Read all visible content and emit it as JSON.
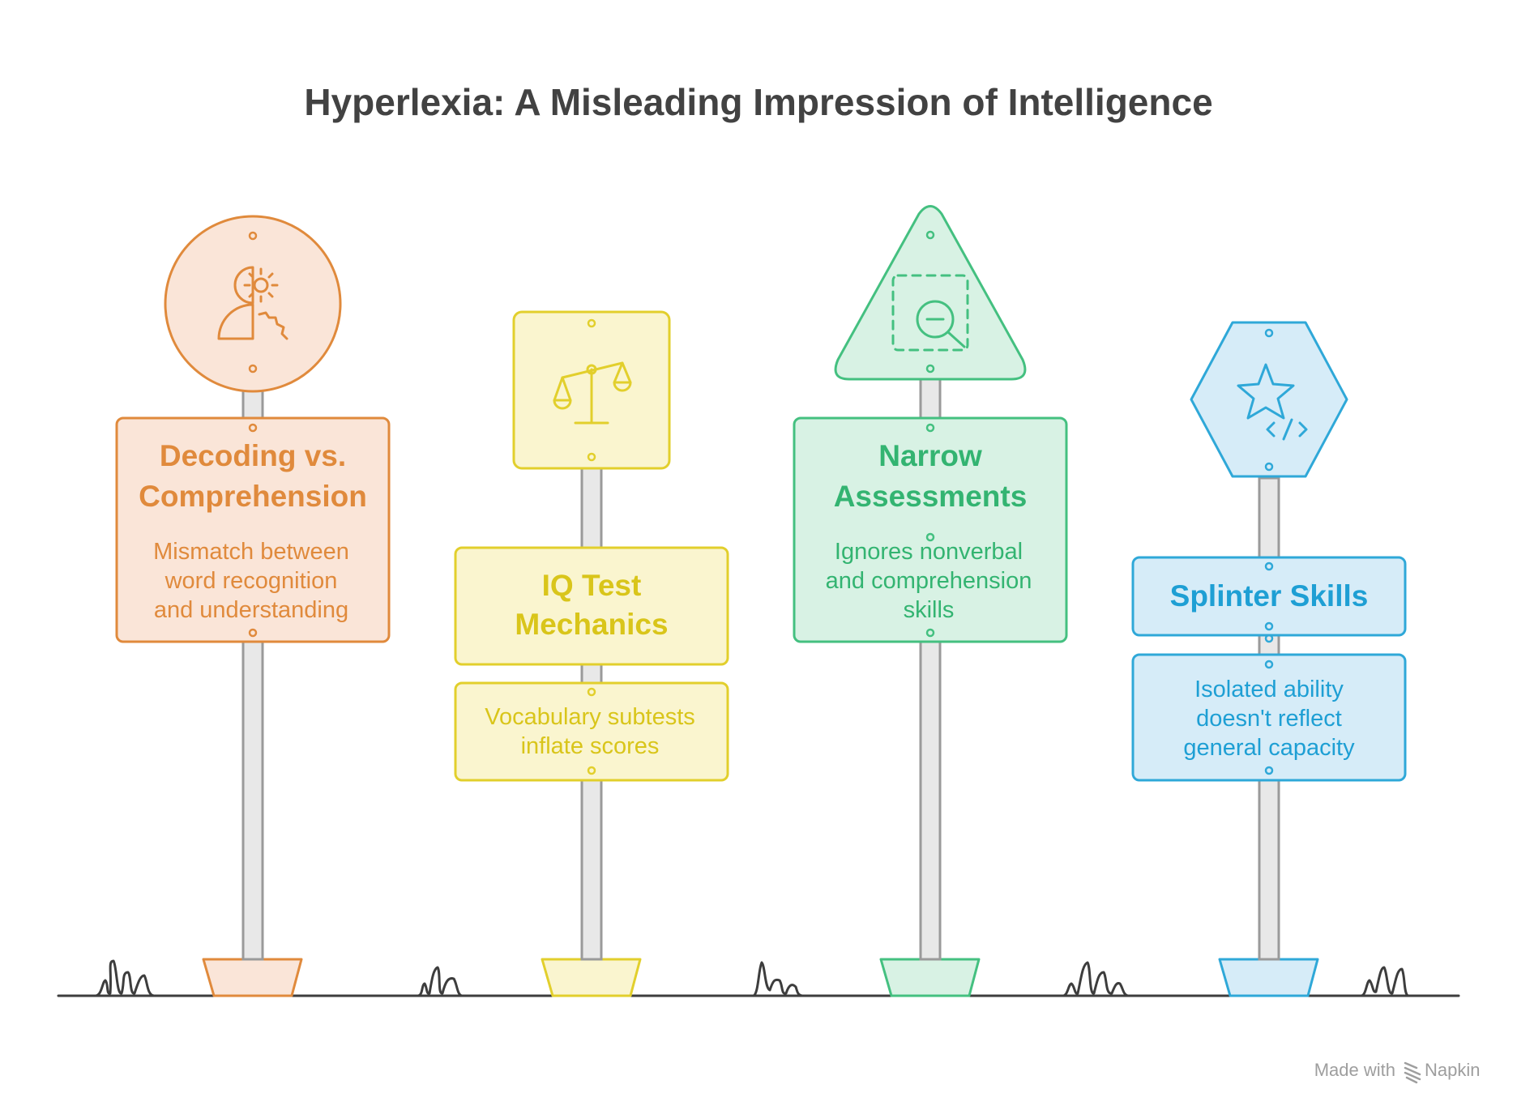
{
  "title": "Hyperlexia: A Misleading Impression of Intelligence",
  "colors": {
    "orange": {
      "stroke": "#e08a3c",
      "fill": "#fae5d8",
      "text": "#e08a3c"
    },
    "yellow": {
      "stroke": "#e2cf2c",
      "fill": "#faf5cf",
      "text": "#d9c51a"
    },
    "green": {
      "stroke": "#44c080",
      "fill": "#d8f2e4",
      "text": "#33b471"
    },
    "blue": {
      "stroke": "#2fa8d8",
      "fill": "#d6ecf8",
      "text": "#1e9fd4"
    },
    "pole": "#e8e8e8",
    "pole_stroke": "#9a9a9a",
    "ground": "#3d3d3d"
  },
  "signs": [
    {
      "heading": [
        "Decoding vs.",
        "Comprehension"
      ],
      "description": [
        "Mismatch between",
        "word recognition",
        "and understanding"
      ],
      "icon": "brain-gear-icon",
      "shape": "circle"
    },
    {
      "heading": [
        "IQ Test",
        "Mechanics"
      ],
      "description": [
        "Vocabulary subtests",
        "inflate scores"
      ],
      "icon": "balance-scale-icon",
      "shape": "square"
    },
    {
      "heading": [
        "Narrow",
        "Assessments"
      ],
      "description": [
        "Ignores nonverbal",
        "and comprehension",
        "skills"
      ],
      "icon": "magnifier-zoom-out-icon",
      "shape": "triangle"
    },
    {
      "heading": [
        "Splinter Skills"
      ],
      "description": [
        "Isolated ability",
        "doesn't reflect",
        "general capacity"
      ],
      "icon": "star-code-icon",
      "shape": "hexagon"
    }
  ],
  "footer": {
    "made_with": "Made with",
    "brand": "Napkin"
  }
}
